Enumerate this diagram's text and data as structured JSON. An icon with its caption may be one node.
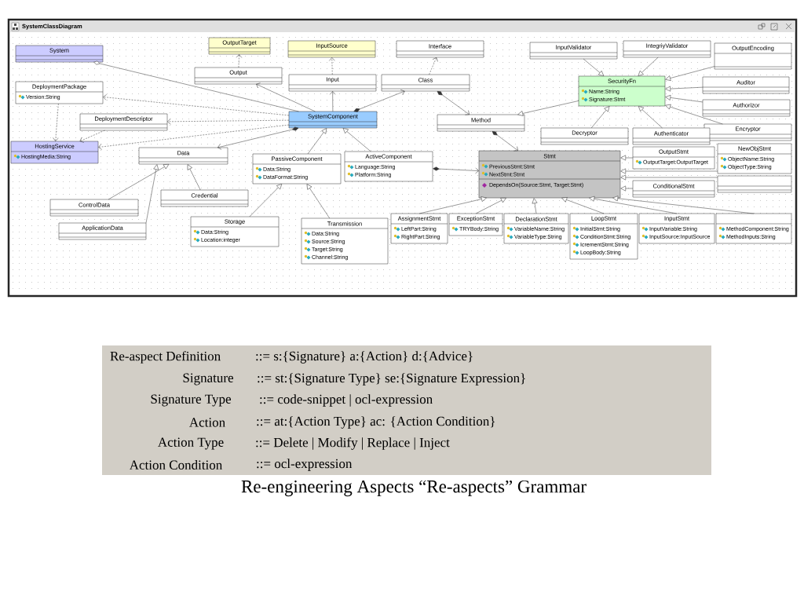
{
  "diagram": {
    "caption": "Re-engineering Aspects “Re-aspects” Grammar",
    "nodes": [
      {
        "text": [
          "SystemClassDiagram"
        ]
      },
      {
        "text": [
          "System"
        ],
        "in": 0
      },
      {
        "text": [
          "DeploymentPackage",
          "Version:String"
        ],
        "in": 0
      },
      {
        "text": [
          "DeploymentDescriptor"
        ],
        "in": 0
      },
      {
        "text": [
          "HostingService",
          "HostingMedia:String"
        ],
        "in": 0
      },
      {
        "text": [
          "OutputTarget"
        ],
        "in": 0
      },
      {
        "text": [
          "Output"
        ],
        "in": 0
      },
      {
        "text": [
          "InputSource"
        ],
        "in": 0
      },
      {
        "text": [
          "Input"
        ],
        "in": 0
      },
      {
        "text": [
          "Interface"
        ],
        "in": 0
      },
      {
        "text": [
          "Class"
        ],
        "in": 0
      },
      {
        "text": [
          "SystemComponent"
        ],
        "in": 0
      },
      {
        "text": [
          "Data"
        ],
        "in": 0
      },
      {
        "text": [
          "PassiveComponent",
          "Data:String",
          "DataFormat:String"
        ],
        "in": 0
      },
      {
        "text": [
          "ActiveComponent",
          "Language:String",
          "Platform:String"
        ],
        "in": 0
      },
      {
        "text": [
          "ControlData"
        ],
        "in": 0
      },
      {
        "text": [
          "Credential"
        ],
        "in": 0
      },
      {
        "text": [
          "ApplicationData"
        ],
        "in": 0
      },
      {
        "text": [
          "Storage",
          "Data:String",
          "Location:integer"
        ],
        "in": 0
      },
      {
        "text": [
          "Transmission",
          "Data:String",
          "Source:String",
          "Target:String",
          "Channel:String"
        ],
        "in": 0
      },
      {
        "text": [
          "Method"
        ],
        "in": 0
      },
      {
        "text": [
          "InputValidator"
        ],
        "in": 0
      },
      {
        "text": [
          "IntegriyValidator"
        ],
        "in": 0
      },
      {
        "text": [
          "OutputEncoding"
        ],
        "in": 0
      },
      {
        "text": [
          "SecurityFn",
          "Name:String",
          "Signature:Stmt"
        ],
        "in": 0
      },
      {
        "text": [
          "Auditor"
        ],
        "in": 0
      },
      {
        "text": [
          "Authorizor"
        ],
        "in": 0
      },
      {
        "text": [
          "Encryptor"
        ],
        "in": 0
      },
      {
        "text": [
          "Decryptor"
        ],
        "in": 0
      },
      {
        "text": [
          "Authenticator"
        ],
        "in": 0
      },
      {
        "text": [
          "Stmt",
          "PreviousStmt:Stmt",
          "NextStmt:Stmt",
          "DependsOn(Source:Stmt, Target:Stmt)"
        ],
        "in": 0
      },
      {
        "text": [
          "AssignmentStmt",
          "LeftPart:String",
          "RightPart:String"
        ],
        "in": 0
      },
      {
        "text": [
          "ExceptionStmt",
          "TRYBody:String"
        ],
        "in": 0
      },
      {
        "text": [
          "DeclarationStmt",
          "VariableName:String",
          "VariableType:String"
        ],
        "in": 0
      },
      {
        "text": [
          "LoopStmt",
          "InitialStmt:String",
          "ConditionStmt:String",
          "IcrementStmt:String",
          "LoopBody:String"
        ],
        "in": 0
      },
      {
        "text": [
          "InputStmt",
          "InputVariable:String",
          "InputSource:InputSource"
        ],
        "in": 0
      },
      {
        "text": [
          "MethodComponent:String",
          "MethodInputs:String"
        ],
        "in": 0
      },
      {
        "text": [
          "OutputStmt",
          "OutputTarget:OutputTarget"
        ],
        "in": 0
      },
      {
        "text": [],
        "shape": "box",
        "in": 0
      },
      {
        "text": [
          "ConditionalStmt"
        ],
        "in": 0
      },
      {
        "text": [
          "NewObjStmt",
          "ObjectName:String",
          "ObjectType:String"
        ],
        "in": 0
      }
    ],
    "edges": [
      {
        "from": 11,
        "to": 1,
        "arrow": "other"
      },
      {
        "from": 11,
        "to": 6,
        "arrow": "to"
      },
      {
        "from": 11,
        "to": 8,
        "arrow": "to"
      },
      {
        "from": 11,
        "to": 10,
        "arrow": "to"
      },
      {
        "from": 6,
        "to": 5,
        "arrow": "to",
        "style": "dashed"
      },
      {
        "from": 8,
        "to": 7,
        "arrow": "to",
        "style": "dashed"
      },
      {
        "from": 10,
        "to": 9,
        "arrow": "to",
        "style": "dashed"
      },
      {
        "from": 11,
        "to": 2,
        "arrow": "to",
        "style": "dashed"
      },
      {
        "from": 11,
        "to": 3,
        "arrow": "to",
        "style": "dashed"
      },
      {
        "from": 11,
        "to": 4,
        "arrow": "to",
        "style": "dashed"
      },
      {
        "from": 2,
        "to": 4,
        "arrow": "to",
        "style": "dashed"
      },
      {
        "from": 3,
        "to": 4,
        "arrow": "to",
        "style": "dashed"
      },
      {
        "from": 11,
        "to": 12,
        "arrow": "to"
      },
      {
        "from": 13,
        "to": 11,
        "arrow": "to"
      },
      {
        "from": 14,
        "to": 11,
        "arrow": "to"
      },
      {
        "from": 15,
        "to": 12,
        "arrow": "to"
      },
      {
        "from": 17,
        "to": 12,
        "arrow": "to"
      },
      {
        "from": 16,
        "to": 12,
        "arrow": "to"
      },
      {
        "from": 18,
        "to": 13,
        "arrow": "to"
      },
      {
        "from": 19,
        "to": 13,
        "arrow": "to"
      },
      {
        "from": 14,
        "to": 30,
        "arrow": "to"
      },
      {
        "from": 10,
        "to": 20,
        "arrow": "to"
      },
      {
        "from": 20,
        "to": 30,
        "arrow": "to"
      },
      {
        "from": 24,
        "to": 20,
        "arrow": "to"
      },
      {
        "from": 21,
        "to": 24,
        "arrow": "to"
      },
      {
        "from": 22,
        "to": 24,
        "arrow": "to"
      },
      {
        "from": 23,
        "to": 24,
        "arrow": "to"
      },
      {
        "from": 25,
        "to": 24,
        "arrow": "to"
      },
      {
        "from": 26,
        "to": 24,
        "arrow": "to"
      },
      {
        "from": 27,
        "to": 24,
        "arrow": "to"
      },
      {
        "from": 28,
        "to": 24,
        "arrow": "to"
      },
      {
        "from": 29,
        "to": 24,
        "arrow": "to"
      },
      {
        "from": 31,
        "to": 30,
        "arrow": "to"
      },
      {
        "from": 32,
        "to": 30,
        "arrow": "to"
      },
      {
        "from": 33,
        "to": 30,
        "arrow": "to"
      },
      {
        "from": 34,
        "to": 30,
        "arrow": "to"
      },
      {
        "from": 35,
        "to": 30,
        "arrow": "to"
      },
      {
        "from": 36,
        "to": 30,
        "arrow": "to"
      },
      {
        "from": 37,
        "to": 30,
        "arrow": "to"
      },
      {
        "from": 38,
        "to": 30,
        "arrow": "to"
      },
      {
        "from": 39,
        "to": 30,
        "arrow": "to"
      },
      {
        "from": 40,
        "to": 30,
        "arrow": "to"
      }
    ],
    "labels": [
      "Re-aspect Definition",
      "::= s:{Signature} a:{Action} d:{Advice}",
      "Signature",
      "::= st:{Signature Type} se:{Signature Expression}",
      "Signature Type",
      "::= code-snippet | ocl-expression",
      "Action",
      "::= at:{Action Type} ac: {Action Condition}",
      "Action Type",
      "::= Delete | Modify | Replace | Inject",
      "Action Condition",
      "::= ocl-expression"
    ]
  }
}
